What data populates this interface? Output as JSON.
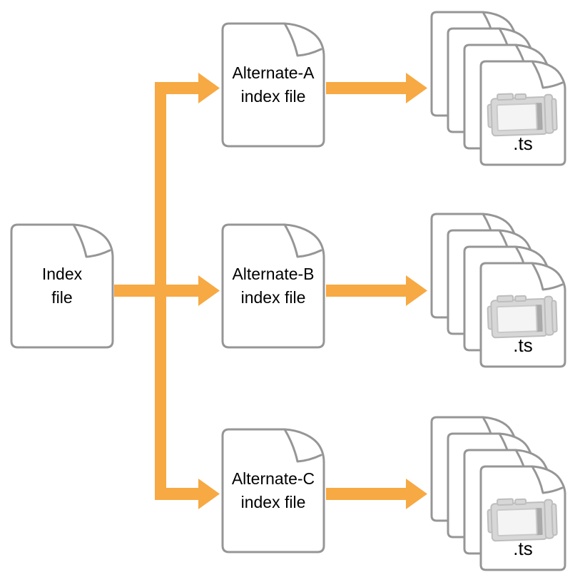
{
  "colors": {
    "arrow": "#F7A943",
    "doc_border": "#969696",
    "text": "#000000",
    "camera_body": "#D7D7D7",
    "camera_border": "#BDBDBD",
    "camera_screen": "#F4F4F4",
    "camera_dark": "#A9A9A9",
    "background": "#FFFFFF"
  },
  "index_doc": {
    "line1": "Index",
    "line2": "file"
  },
  "alternates": [
    {
      "line1": "Alternate-A",
      "line2": "index file"
    },
    {
      "line1": "Alternate-B",
      "line2": "index file"
    },
    {
      "line1": "Alternate-C",
      "line2": "index file"
    }
  ],
  "stacks": [
    {
      "label": ".ts",
      "icon": "video-camera-icon",
      "file_count": 4
    },
    {
      "label": ".ts",
      "icon": "video-camera-icon",
      "file_count": 4
    },
    {
      "label": ".ts",
      "icon": "video-camera-icon",
      "file_count": 4
    }
  ]
}
